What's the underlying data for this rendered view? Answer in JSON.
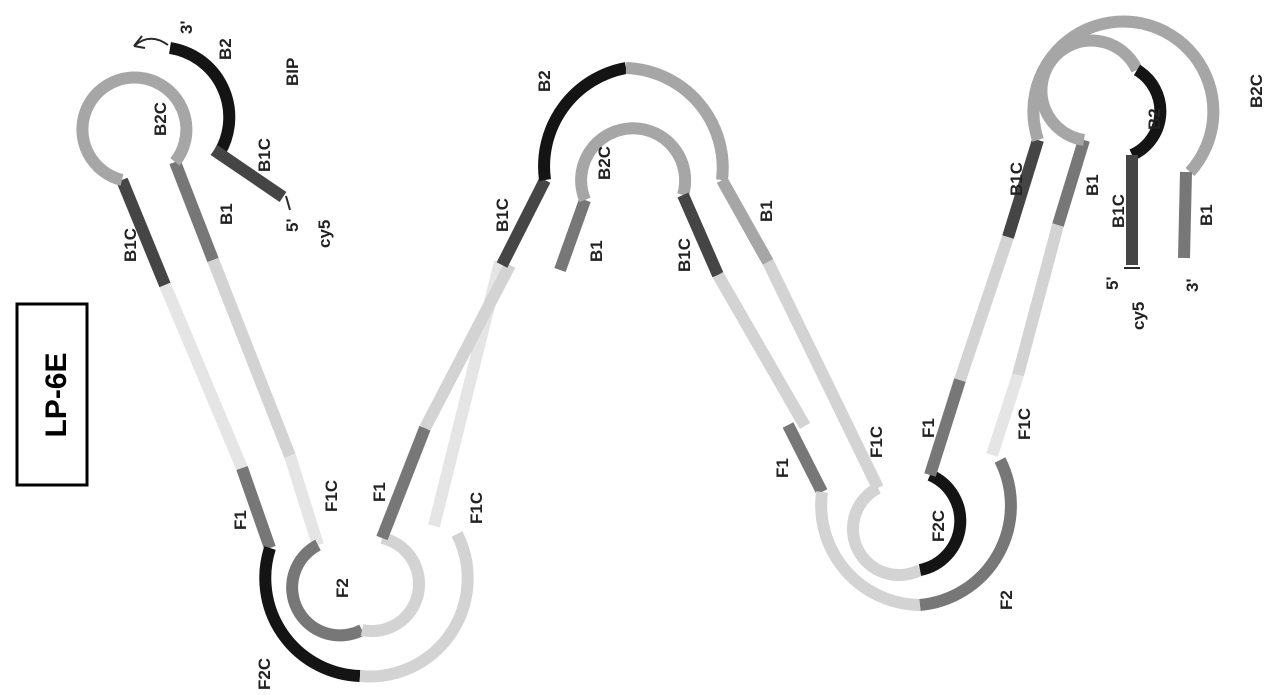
{
  "title": "LP-6E",
  "labels": {
    "b2": "B2",
    "b2c": "B2C",
    "b1": "B1",
    "b1c": "B1C",
    "f1": "F1",
    "f1c": "F1C",
    "f2": "F2",
    "f2c": "F2C",
    "bip": "BIP",
    "three_prime": "3'",
    "five_prime": "5'",
    "cy5": "cy5"
  }
}
